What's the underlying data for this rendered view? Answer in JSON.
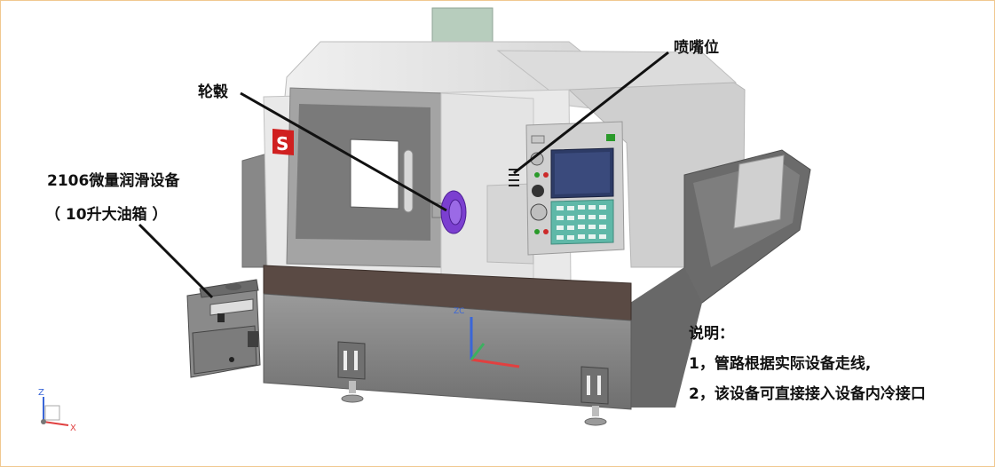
{
  "labels": {
    "equipment_name": "2106微量润滑设备",
    "tank_note": "（ 10升大油箱 ）",
    "hub": "轮毂",
    "nozzle": "喷嘴位"
  },
  "notes": {
    "title": "说明：",
    "items": [
      "1，管路根据实际设备走线,",
      "2，该设备可直接接入设备内冷接口"
    ]
  },
  "brand_fragment": "S",
  "axes": {
    "scene_z": "ZC",
    "corner_z": "Z",
    "corner_x": "X"
  },
  "colors": {
    "body_gray": "#858585",
    "panel_light": "#e6e6e6",
    "door_gray": "#7a7a7a",
    "base_stripe": "#5a4a44",
    "hub_purple": "#7b3fd0",
    "screen_blue": "#2d3b66",
    "keypad_teal": "#5fb8a8",
    "brand_red": "#d02020"
  }
}
